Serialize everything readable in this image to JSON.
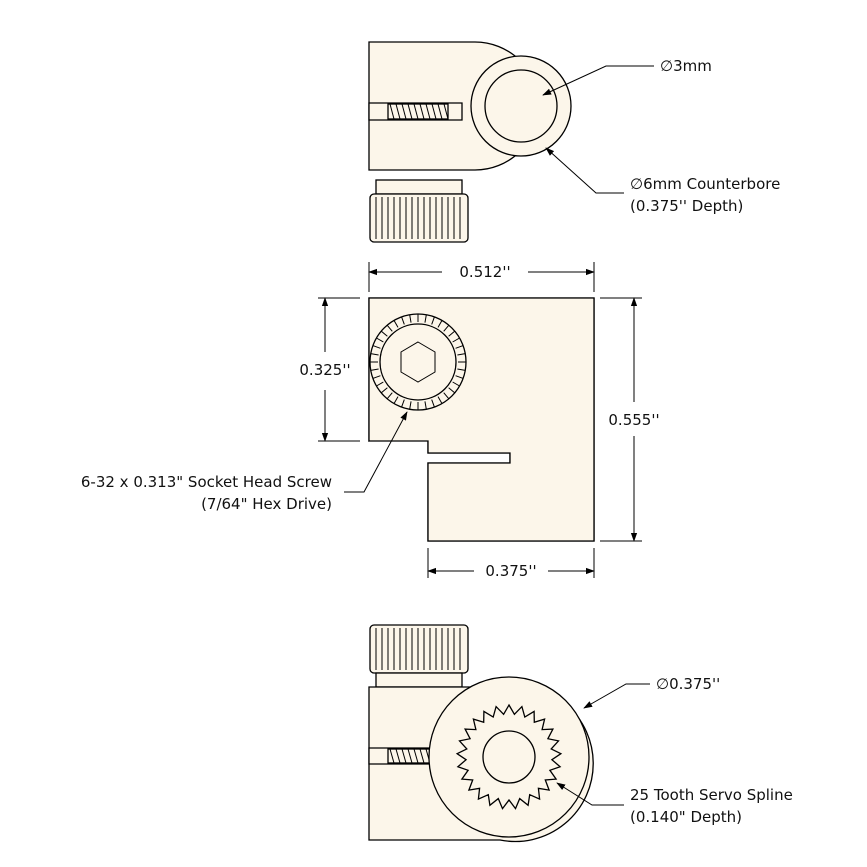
{
  "labels": {
    "hole_dia": "∅3mm",
    "counterbore_dia": "∅6mm Counterbore",
    "counterbore_depth": "(0.375'' Depth)",
    "width": "0.512''",
    "screw_offset": "0.325''",
    "height": "0.555''",
    "slot_width": "0.375''",
    "screw_spec": "6-32 x 0.313\" Socket Head Screw",
    "screw_drive": "(7/64\" Hex Drive)",
    "boss_dia": "∅0.375''",
    "spline_spec": "25 Tooth Servo Spline",
    "spline_depth": "(0.140\" Depth)"
  },
  "colors": {
    "part_fill": "#fcf6ea",
    "line": "#000000"
  },
  "spline_teeth": 25
}
